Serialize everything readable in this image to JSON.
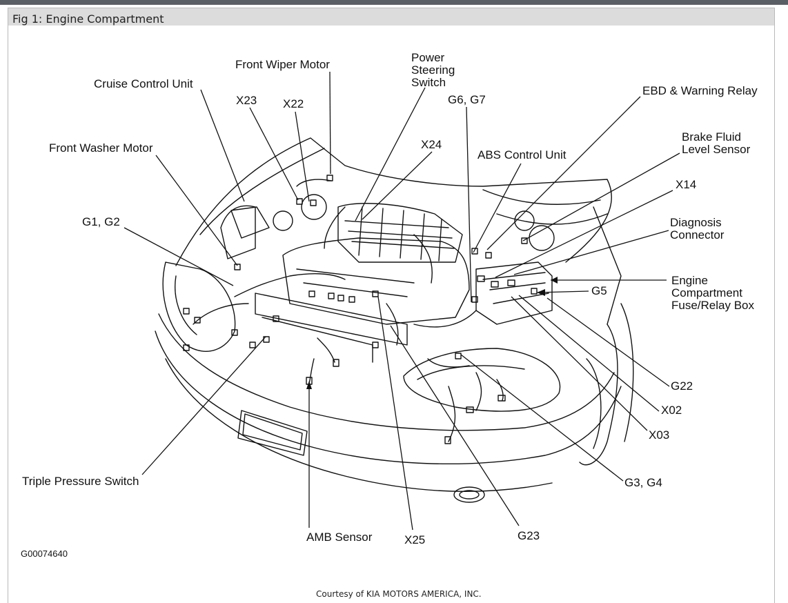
{
  "figure": {
    "caption": "Fig 1: Engine Compartment",
    "image_code": "G00074640",
    "credit": "Courtesy of KIA MOTORS AMERICA, INC."
  },
  "labels": {
    "front_wiper_motor": "Front Wiper Motor",
    "power_steering_1": "Power",
    "power_steering_2": "Steering",
    "power_steering_3": "Switch",
    "cruise_control": "Cruise Control Unit",
    "x23": "X23",
    "x22": "X22",
    "g6_g7": "G6, G7",
    "ebd_relay": "EBD & Warning Relay",
    "front_washer": "Front Washer Motor",
    "x24": "X24",
    "abs_unit": "ABS Control Unit",
    "brake_fluid_1": "Brake Fluid",
    "brake_fluid_2": "Level Sensor",
    "x14": "X14",
    "g1_g2": "G1, G2",
    "diag_1": "Diagnosis",
    "diag_2": "Connector",
    "fuse_1": "Engine",
    "fuse_2": "Compartment",
    "fuse_3": "Fuse/Relay Box",
    "g5": "G5",
    "g22": "G22",
    "x02": "X02",
    "x03": "X03",
    "triple_pressure": "Triple Pressure Switch",
    "g3_g4": "G3, G4",
    "amb_sensor": "AMB Sensor",
    "x25": "X25",
    "g23": "G23"
  }
}
